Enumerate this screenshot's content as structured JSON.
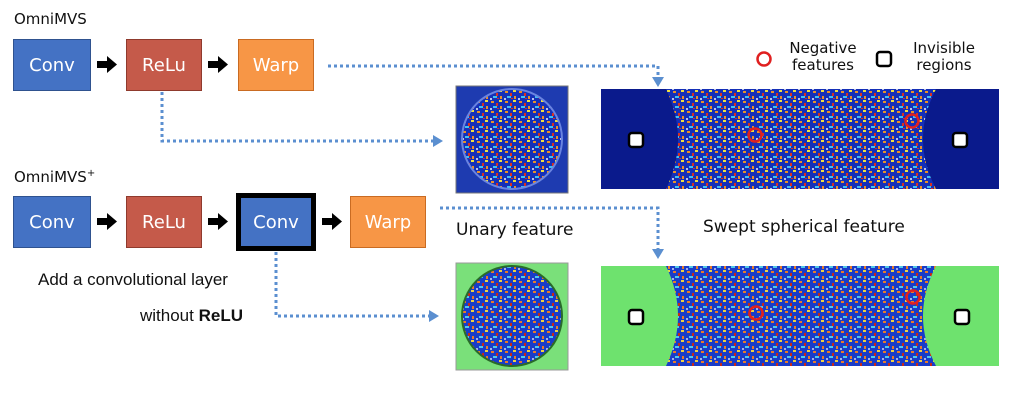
{
  "top": {
    "title": "OmniMVS",
    "conv": "Conv",
    "relu": "ReLu",
    "warp": "Warp"
  },
  "bottom": {
    "title": "OmniMVS",
    "title_sup": "+",
    "conv": "Conv",
    "relu": "ReLu",
    "conv2": "Conv",
    "warp": "Warp"
  },
  "note": {
    "line1": "Add a convolutional layer",
    "line2_prefix": "without ",
    "line2_bold": "ReLU"
  },
  "labels": {
    "unary": "Unary feature",
    "swept": "Swept spherical feature"
  },
  "legend": {
    "negative_line1": "Negative",
    "negative_line2": "features",
    "invisible_line1": "Invisible",
    "invisible_line2": "regions"
  },
  "colors": {
    "conv": "#4472c4",
    "relu": "#c55a4a",
    "warp": "#f79646",
    "arrow_dotted": "#5b8fd0",
    "negative_marker": "#e02020",
    "panel_dark": "#0a1a8c",
    "panel_green": "#6ee26e"
  }
}
